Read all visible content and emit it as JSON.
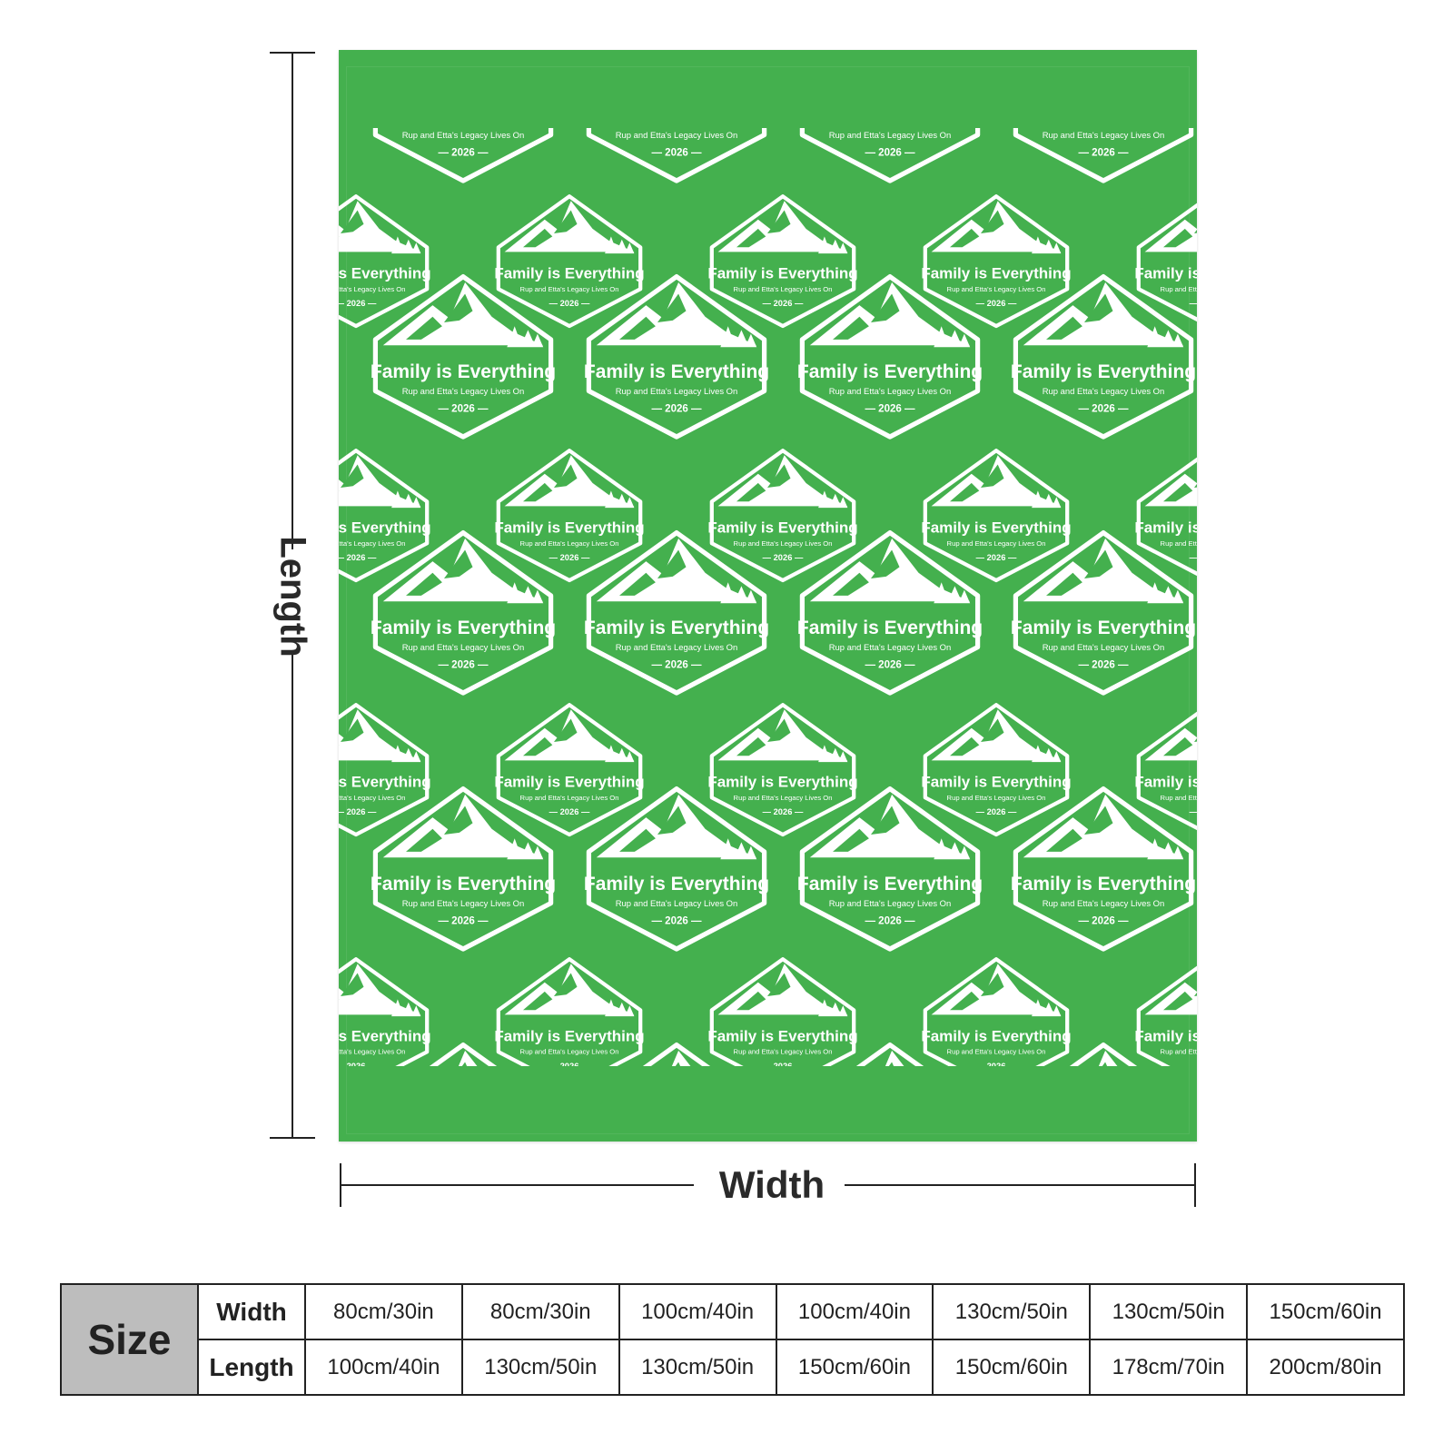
{
  "product": {
    "pattern_text": {
      "title": "Family is Everything",
      "subtitle": "Rup and Etta's Legacy Lives On",
      "year": "2026"
    },
    "colors": {
      "blanket": "#44b04e",
      "print": "#ffffff",
      "table_header": "#bdbdbd"
    }
  },
  "dimensions": {
    "length_label": "Length",
    "width_label": "Width"
  },
  "size_table": {
    "header": "Size",
    "width_label": "Width",
    "length_label": "Length",
    "sizes": [
      {
        "width": "80cm/30in",
        "length": "100cm/40in"
      },
      {
        "width": "80cm/30in",
        "length": "130cm/50in"
      },
      {
        "width": "100cm/40in",
        "length": "130cm/50in"
      },
      {
        "width": "100cm/40in",
        "length": "150cm/60in"
      },
      {
        "width": "130cm/50in",
        "length": "150cm/60in"
      },
      {
        "width": "130cm/50in",
        "length": "178cm/70in"
      },
      {
        "width": "150cm/60in",
        "length": "200cm/80in"
      }
    ]
  }
}
